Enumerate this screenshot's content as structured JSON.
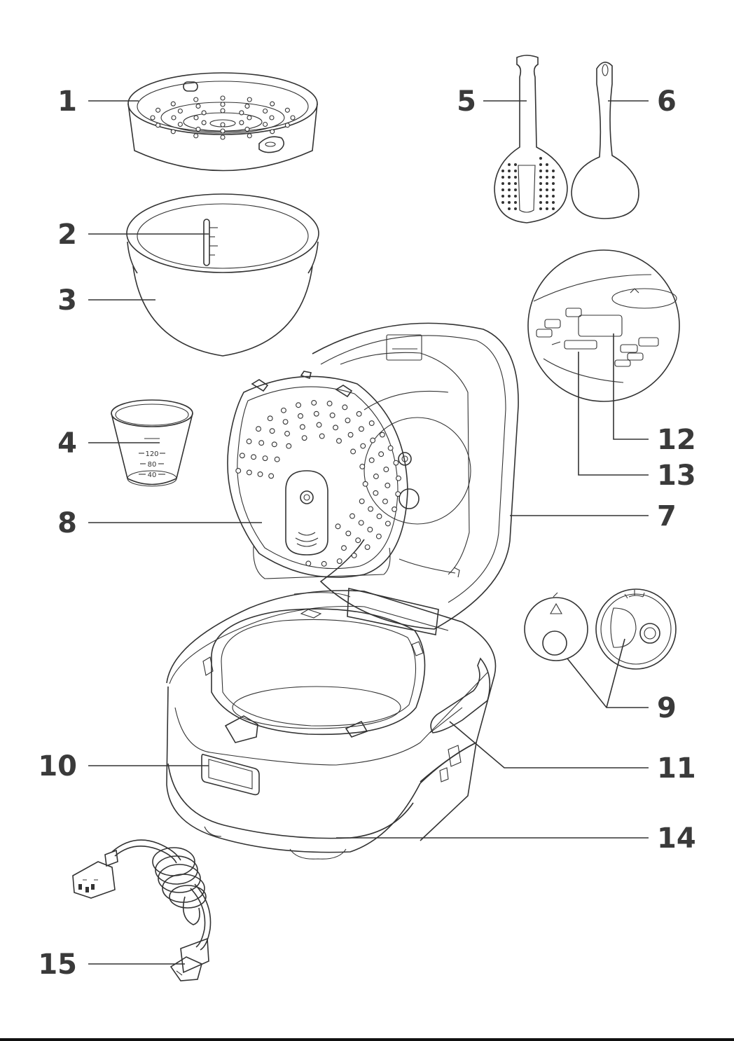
{
  "callouts": [
    {
      "id": "1",
      "text": "1"
    },
    {
      "id": "2",
      "text": "2"
    },
    {
      "id": "3",
      "text": "3"
    },
    {
      "id": "4",
      "text": "4"
    },
    {
      "id": "5",
      "text": "5"
    },
    {
      "id": "6",
      "text": "6"
    },
    {
      "id": "7",
      "text": "7"
    },
    {
      "id": "8",
      "text": "8"
    },
    {
      "id": "9",
      "text": "9"
    },
    {
      "id": "10",
      "text": "10"
    },
    {
      "id": "11",
      "text": "11"
    },
    {
      "id": "12",
      "text": "12"
    },
    {
      "id": "13",
      "text": "13"
    },
    {
      "id": "14",
      "text": "14"
    },
    {
      "id": "15",
      "text": "15"
    }
  ],
  "measuring_cup": {
    "scale_marks": [
      "120",
      "80",
      "40"
    ]
  },
  "icons": [
    "steam-basket-icon",
    "inner-pot-icon",
    "measuring-cup-icon",
    "rice-spoon-icon",
    "soup-ladle-icon",
    "lid-icon",
    "inner-lid-icon",
    "steam-valve-icon",
    "handle-icon",
    "control-panel-icon",
    "power-cord-icon"
  ]
}
